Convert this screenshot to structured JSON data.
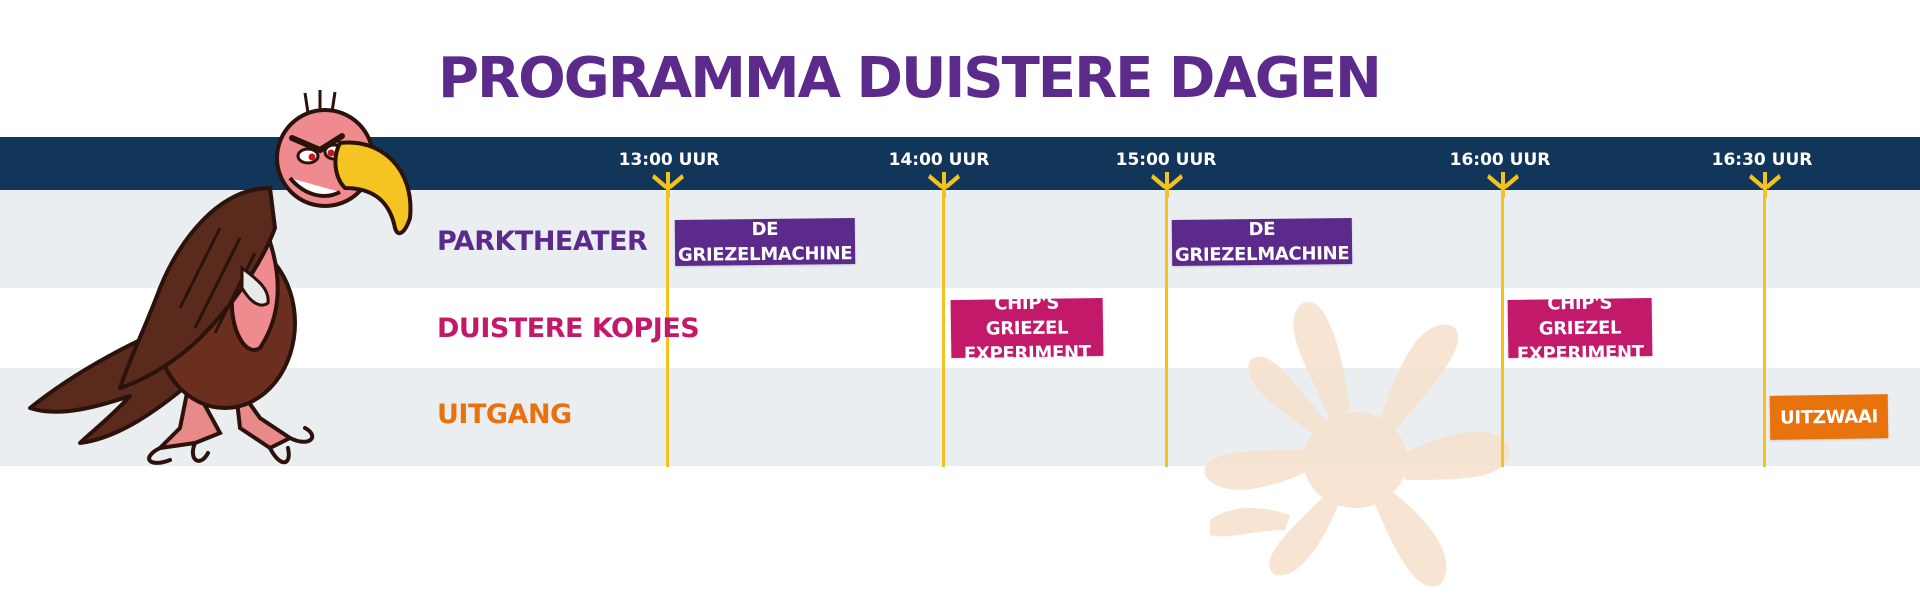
{
  "page": {
    "title": "PROGRAMMA DUISTERE DAGEN"
  },
  "colors": {
    "header_bar": "#12355a",
    "band_shaded": "#ebeef1",
    "band_plain": "#ffffff",
    "timeline": "#f4c21f",
    "purple": "#5b2a8a",
    "magenta": "#c3196a",
    "orange": "#e8720c",
    "title": "#5b2a8a"
  },
  "times": [
    {
      "label": "13:00 UUR"
    },
    {
      "label": "14:00 UUR"
    },
    {
      "label": "15:00 UUR"
    },
    {
      "label": "16:00 UUR"
    },
    {
      "label": "16:30 UUR"
    }
  ],
  "rows": [
    {
      "label": "PARKTHEATER",
      "color": "#5b2a8a"
    },
    {
      "label": "DUISTERE KOPJES",
      "color": "#c3196a"
    },
    {
      "label": "UITGANG",
      "color": "#e8720c"
    }
  ],
  "events": [
    {
      "label": "DE GRIEZELMACHINE",
      "row": 0,
      "color": "#5b2a8a"
    },
    {
      "label": "DE GRIEZELMACHINE",
      "row": 0,
      "color": "#5b2a8a"
    },
    {
      "label": "CHIP'S GRIEZEL\nEXPERIMENT",
      "row": 1,
      "color": "#c3196a"
    },
    {
      "label": "CHIP'S GRIEZEL\nEXPERIMENT",
      "row": 1,
      "color": "#c3196a"
    },
    {
      "label": "UITZWAAI",
      "row": 2,
      "color": "#e8720c"
    }
  ],
  "icons": {
    "mascot": "vulture-mascot-icon",
    "timeline_marker": "bird-claw-icon",
    "background": "claw-watermark-icon"
  }
}
